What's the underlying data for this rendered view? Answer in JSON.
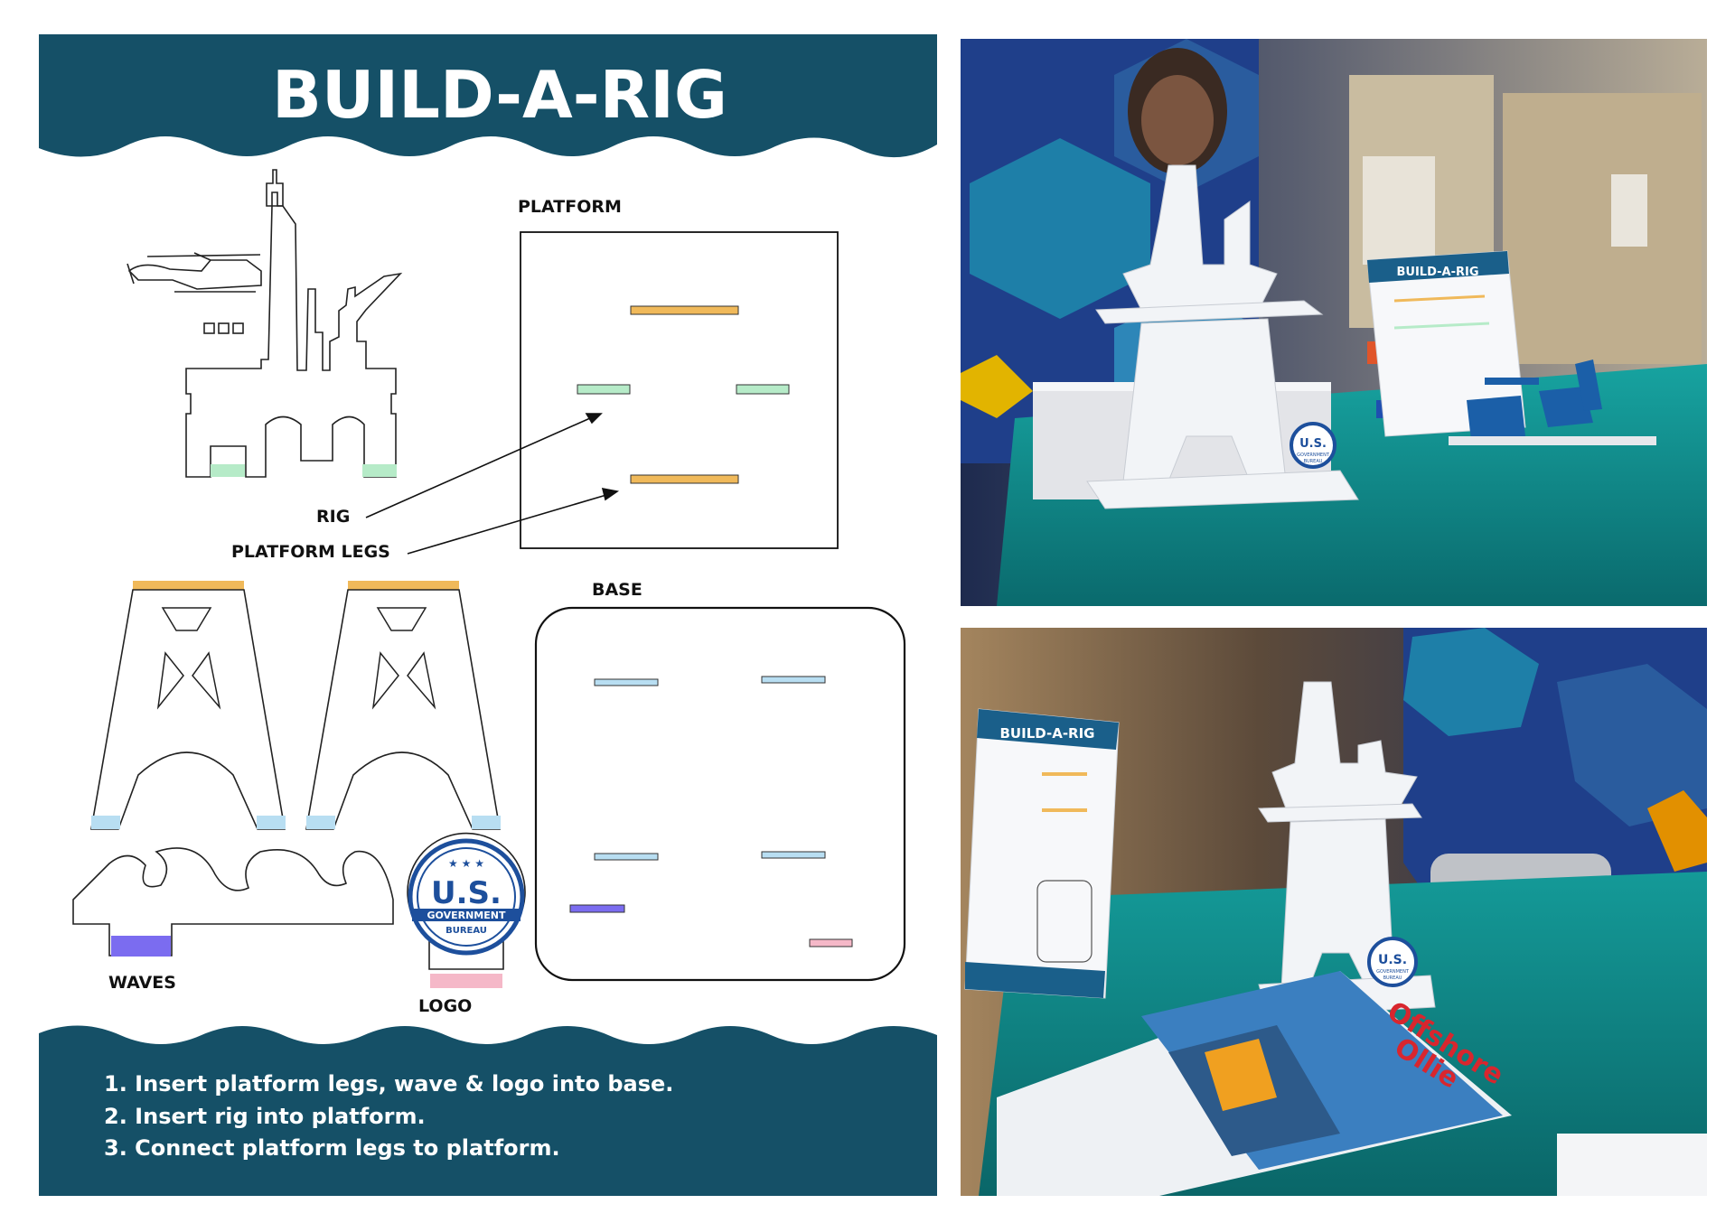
{
  "poster": {
    "title": "BUILD-A-RIG",
    "labels": {
      "platform": "PLATFORM",
      "rig": "RIG",
      "platform_legs": "PLATFORM LEGS",
      "base": "BASE",
      "waves": "WAVES",
      "logo": "LOGO"
    },
    "logo_badge": {
      "us": "U.S.",
      "line1": "GOVERNMENT",
      "line2": "BUREAU"
    },
    "steps": [
      "1. Insert platform legs, wave & logo into base.",
      "2. Insert rig into platform.",
      "3. Connect platform legs to platform."
    ]
  },
  "photo_top": {
    "sign_title": "BUILD-A-RIG",
    "badge_us": "U.S.",
    "badge_line1": "GOVERNMENT",
    "badge_line2": "BUREAU"
  },
  "photo_bottom": {
    "sign_title": "BUILD-A-RIG",
    "badge_us": "U.S.",
    "badge_line1": "GOVERNMENT",
    "badge_line2": "BUREAU",
    "book_title_1": "Offshore",
    "book_title_2": "Ollie"
  },
  "colors": {
    "navy": "#155067",
    "gold": "#f0b95a",
    "mint": "#b6ebc8",
    "sky": "#b8def2",
    "purple": "#7b6cf0",
    "pink": "#f5b8c8",
    "badge_blue": "#1d4f9c",
    "teal_cloth": "#0f8a8a"
  }
}
